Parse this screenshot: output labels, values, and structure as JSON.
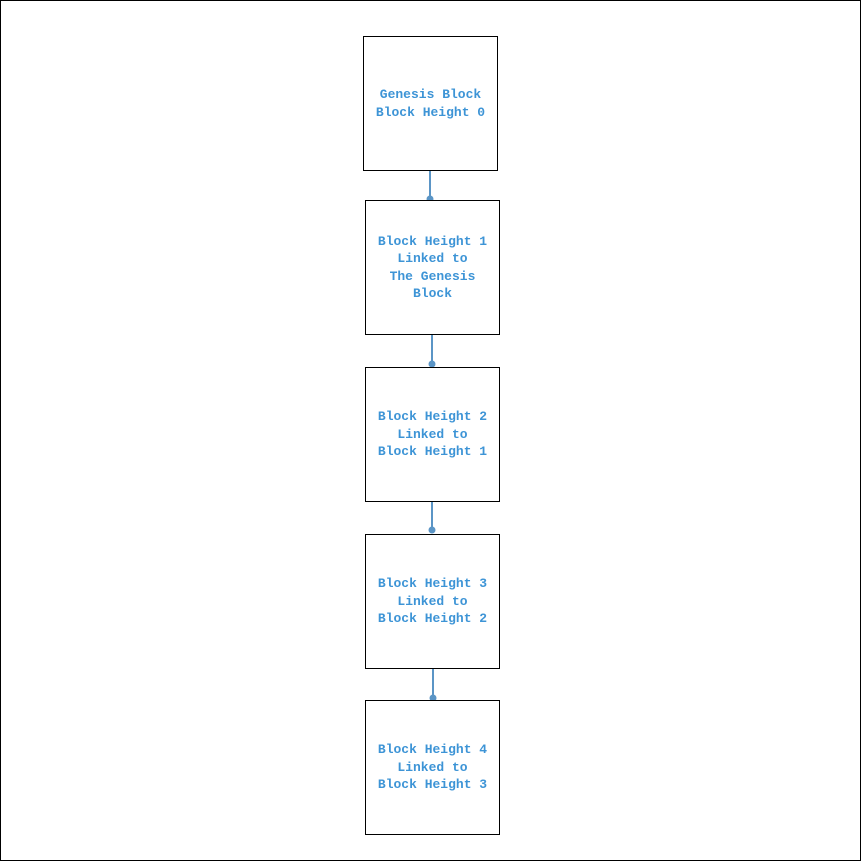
{
  "colors": {
    "text": "#3d94d6",
    "connector": "#5b95c6",
    "border": "#000000"
  },
  "blocks": [
    {
      "lines": [
        "Genesis Block",
        "Block Height 0"
      ]
    },
    {
      "lines": [
        "Block Height 1",
        "Linked to",
        "The Genesis",
        "Block"
      ]
    },
    {
      "lines": [
        "Block Height 2",
        "Linked to",
        "Block Height 1"
      ]
    },
    {
      "lines": [
        "Block Height 3",
        "Linked to",
        "Block Height 2"
      ]
    },
    {
      "lines": [
        "Block Height 4",
        "Linked to",
        "Block Height 3"
      ]
    }
  ]
}
